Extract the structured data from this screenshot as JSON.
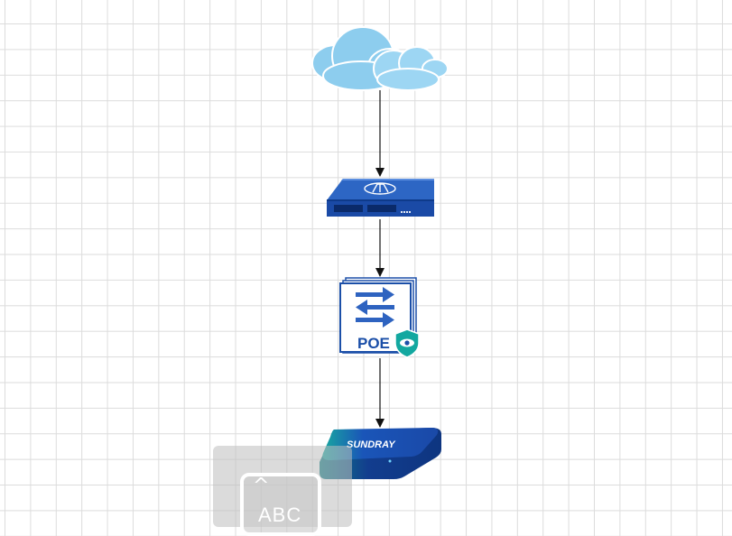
{
  "diagram": {
    "nodes": [
      {
        "id": "internet",
        "icon": "cloud-icon"
      },
      {
        "id": "router",
        "icon": "router-icon"
      },
      {
        "id": "switch",
        "icon": "poe-switch-icon",
        "label": "POE"
      },
      {
        "id": "access_point",
        "icon": "access-point-icon",
        "label": "SUNDRAY"
      }
    ],
    "edges": [
      {
        "from": "internet",
        "to": "router"
      },
      {
        "from": "router",
        "to": "switch"
      },
      {
        "from": "switch",
        "to": "access_point"
      }
    ]
  },
  "overlay": {
    "icon": "text-shape-icon",
    "label": "ABC"
  },
  "colors": {
    "cloud": "#8dcdee",
    "device_blue": "#1b4fa8",
    "device_dark": "#0f3a8a",
    "teal": "#13a8a0",
    "edge": "#111111"
  }
}
